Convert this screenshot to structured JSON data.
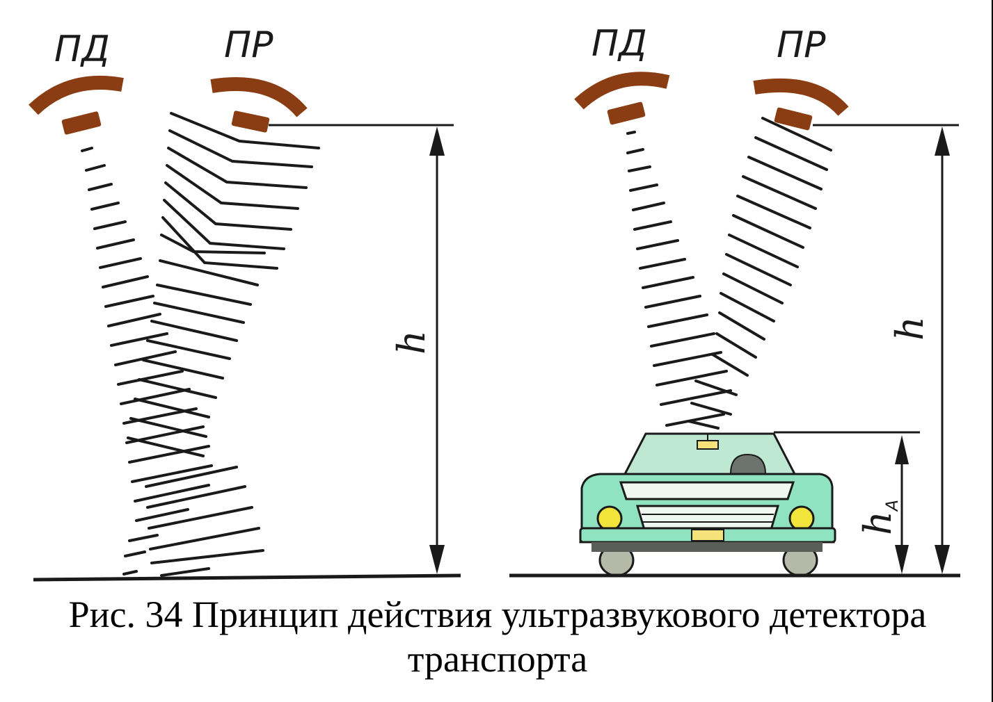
{
  "labels": {
    "left_emitter": "ПД",
    "left_receiver": "ПР",
    "right_emitter": "ПД",
    "right_receiver": "ПР",
    "height_left": "h",
    "height_right": "h",
    "vehicle_height": "h",
    "vehicle_height_subscript": "А"
  },
  "caption": {
    "line1": "Рис. 34 Принцип действия ультразвукового детектора",
    "line2": "транспорта"
  },
  "colors": {
    "sensor": "#8a3d12",
    "car_body": "#8fe3c0",
    "car_glass": "#bfe8d3",
    "headlight": "#f2e43a",
    "plate": "#f5e27a",
    "tire": "#b5b9a8",
    "line": "#1a1a1a"
  }
}
